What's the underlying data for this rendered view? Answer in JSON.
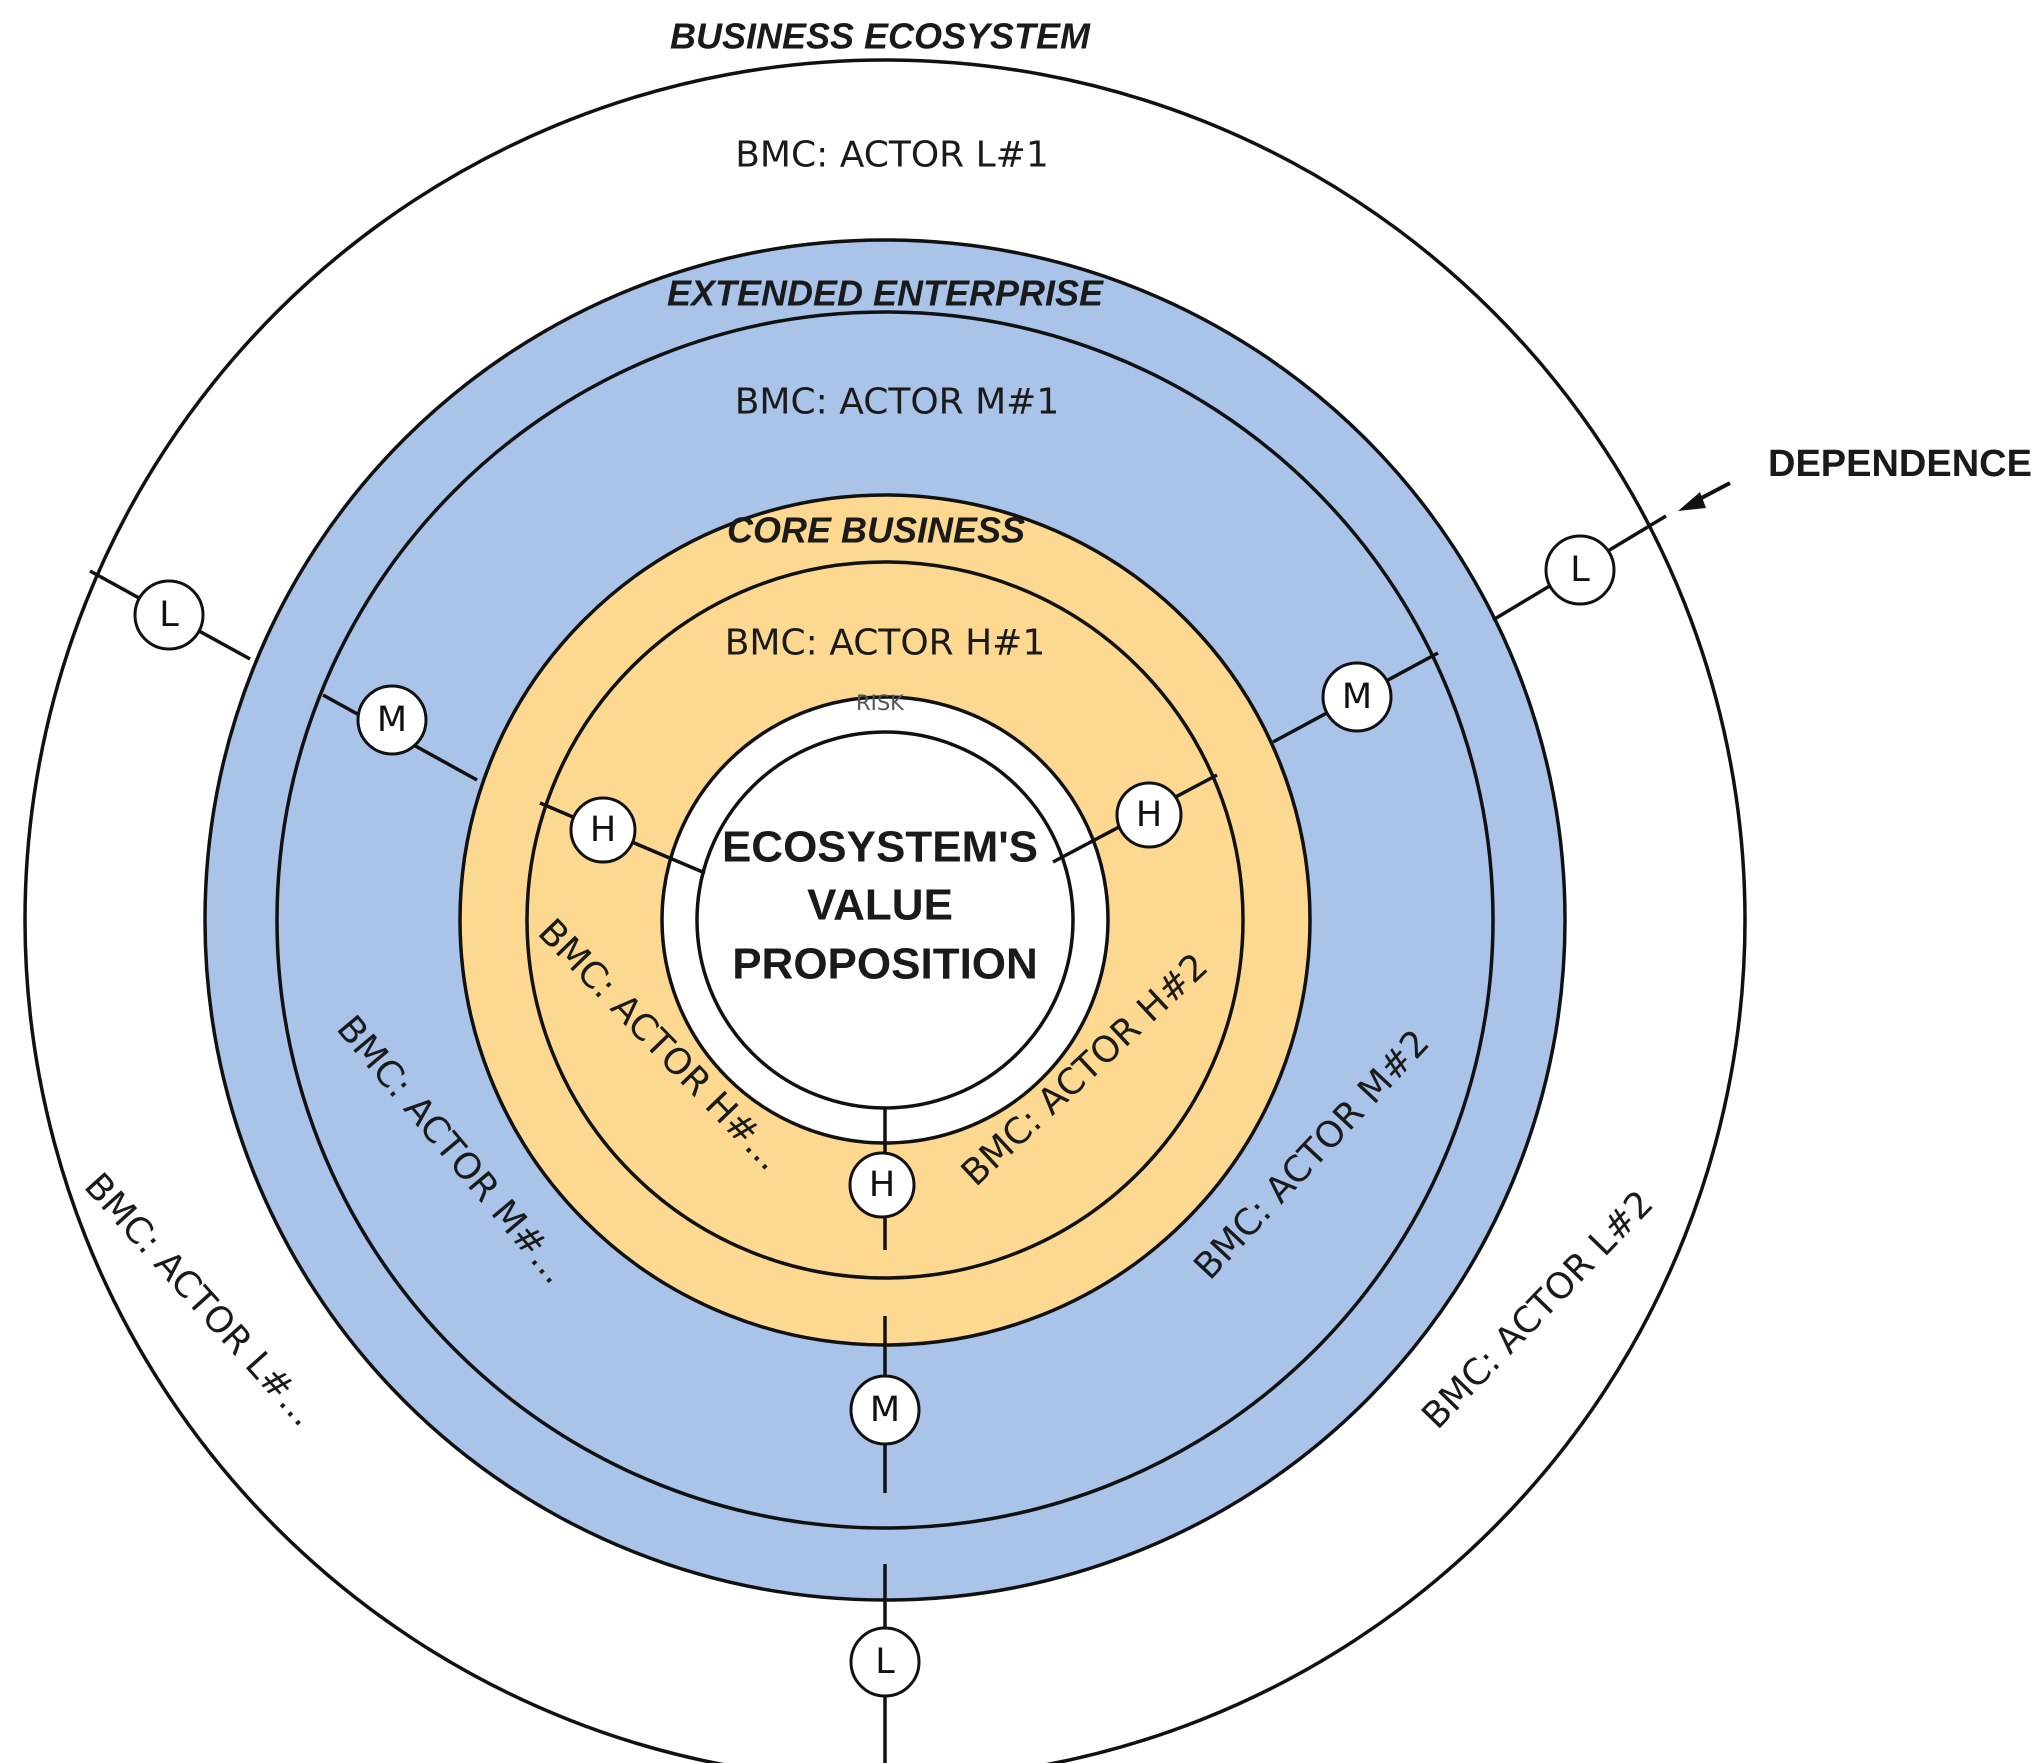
{
  "diagram": {
    "zones": {
      "business_ecosystem": {
        "title": "BUSINESS ECOSYSTEM",
        "color": "#ffffff"
      },
      "extended_enterprise": {
        "title": "EXTENDED ENTERPRISE",
        "color": "#a9c4e8"
      },
      "core_business": {
        "title": "CORE BUSINESS",
        "color": "#fcd890"
      }
    },
    "actors": {
      "l1": "BMC: ACTOR L#1",
      "l2": "BMC: ACTOR L#2",
      "l_more": "BMC: ACTOR L#...",
      "m1": "BMC: ACTOR M#1",
      "m2": "BMC: ACTOR M#2",
      "m_more": "BMC: ACTOR M#...",
      "h1": "BMC: ACTOR H#1",
      "h2": "BMC: ACTOR H#2",
      "h_more": "BMC: ACTOR H#..."
    },
    "risk_label": "RISK",
    "center": {
      "line1": "ECOSYSTEM'S",
      "line2": "VALUE",
      "line3": "PROPOSITION"
    },
    "dependence_label": "DEPENDENCE",
    "markers": {
      "low": "L",
      "medium": "M",
      "high": "H"
    }
  }
}
